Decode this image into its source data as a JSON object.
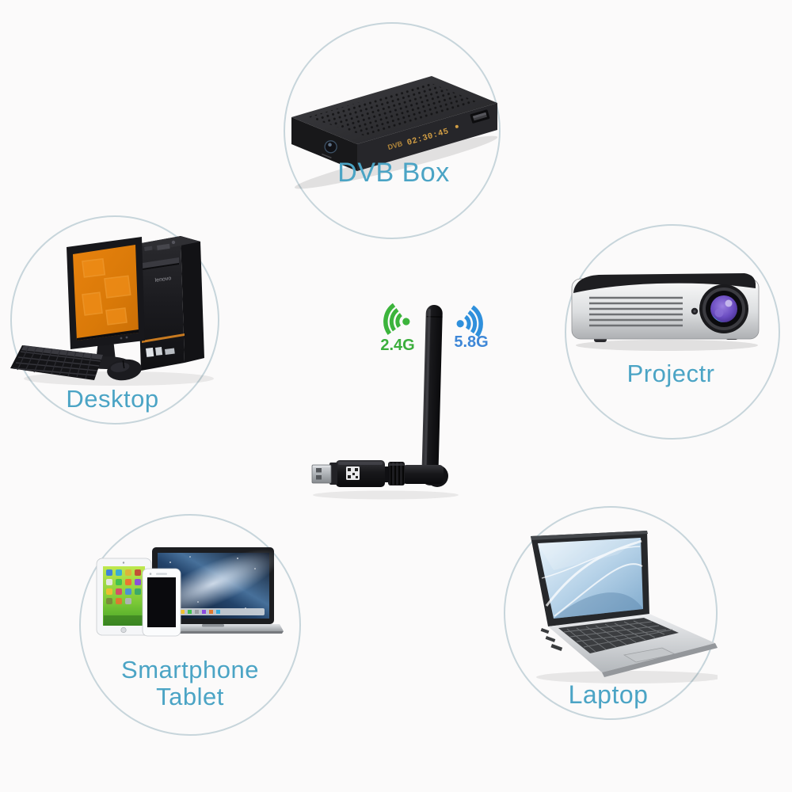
{
  "page": {
    "type": "product-compatibility-diagram",
    "background": "#fbfafa",
    "product": "USB WiFi antenna adapter (dual band)"
  },
  "colors": {
    "label_text": "#4ba4c5",
    "band_24_green": "#3bae3c",
    "band_58_blue": "#3e87d7",
    "circle_border": "#c7d5db",
    "display_amber": "#d29e44"
  },
  "center_device": {
    "name": "usb-wifi-antenna-adapter",
    "bands": [
      {
        "label": "2.4G",
        "color": "#3bae3c",
        "icon": "wifi-signal-left-icon"
      },
      {
        "label": "5.8G",
        "color": "#3e87d7",
        "icon": "wifi-signal-right-icon"
      }
    ]
  },
  "dvb_display": {
    "logo": "DVB",
    "time": "02:30:45"
  },
  "desktop_tower_logo": "lenovo",
  "categories": [
    {
      "id": "dvb-box",
      "label": "DVB Box",
      "position": "top"
    },
    {
      "id": "desktop",
      "label": "Desktop",
      "position": "left"
    },
    {
      "id": "projector",
      "label": "Projectr",
      "position": "right"
    },
    {
      "id": "smartphone-tablet",
      "label_line1": "Smartphone",
      "label_line2": "Tablet",
      "position": "bottom-left"
    },
    {
      "id": "laptop",
      "label": "Laptop",
      "position": "bottom-right"
    }
  ]
}
